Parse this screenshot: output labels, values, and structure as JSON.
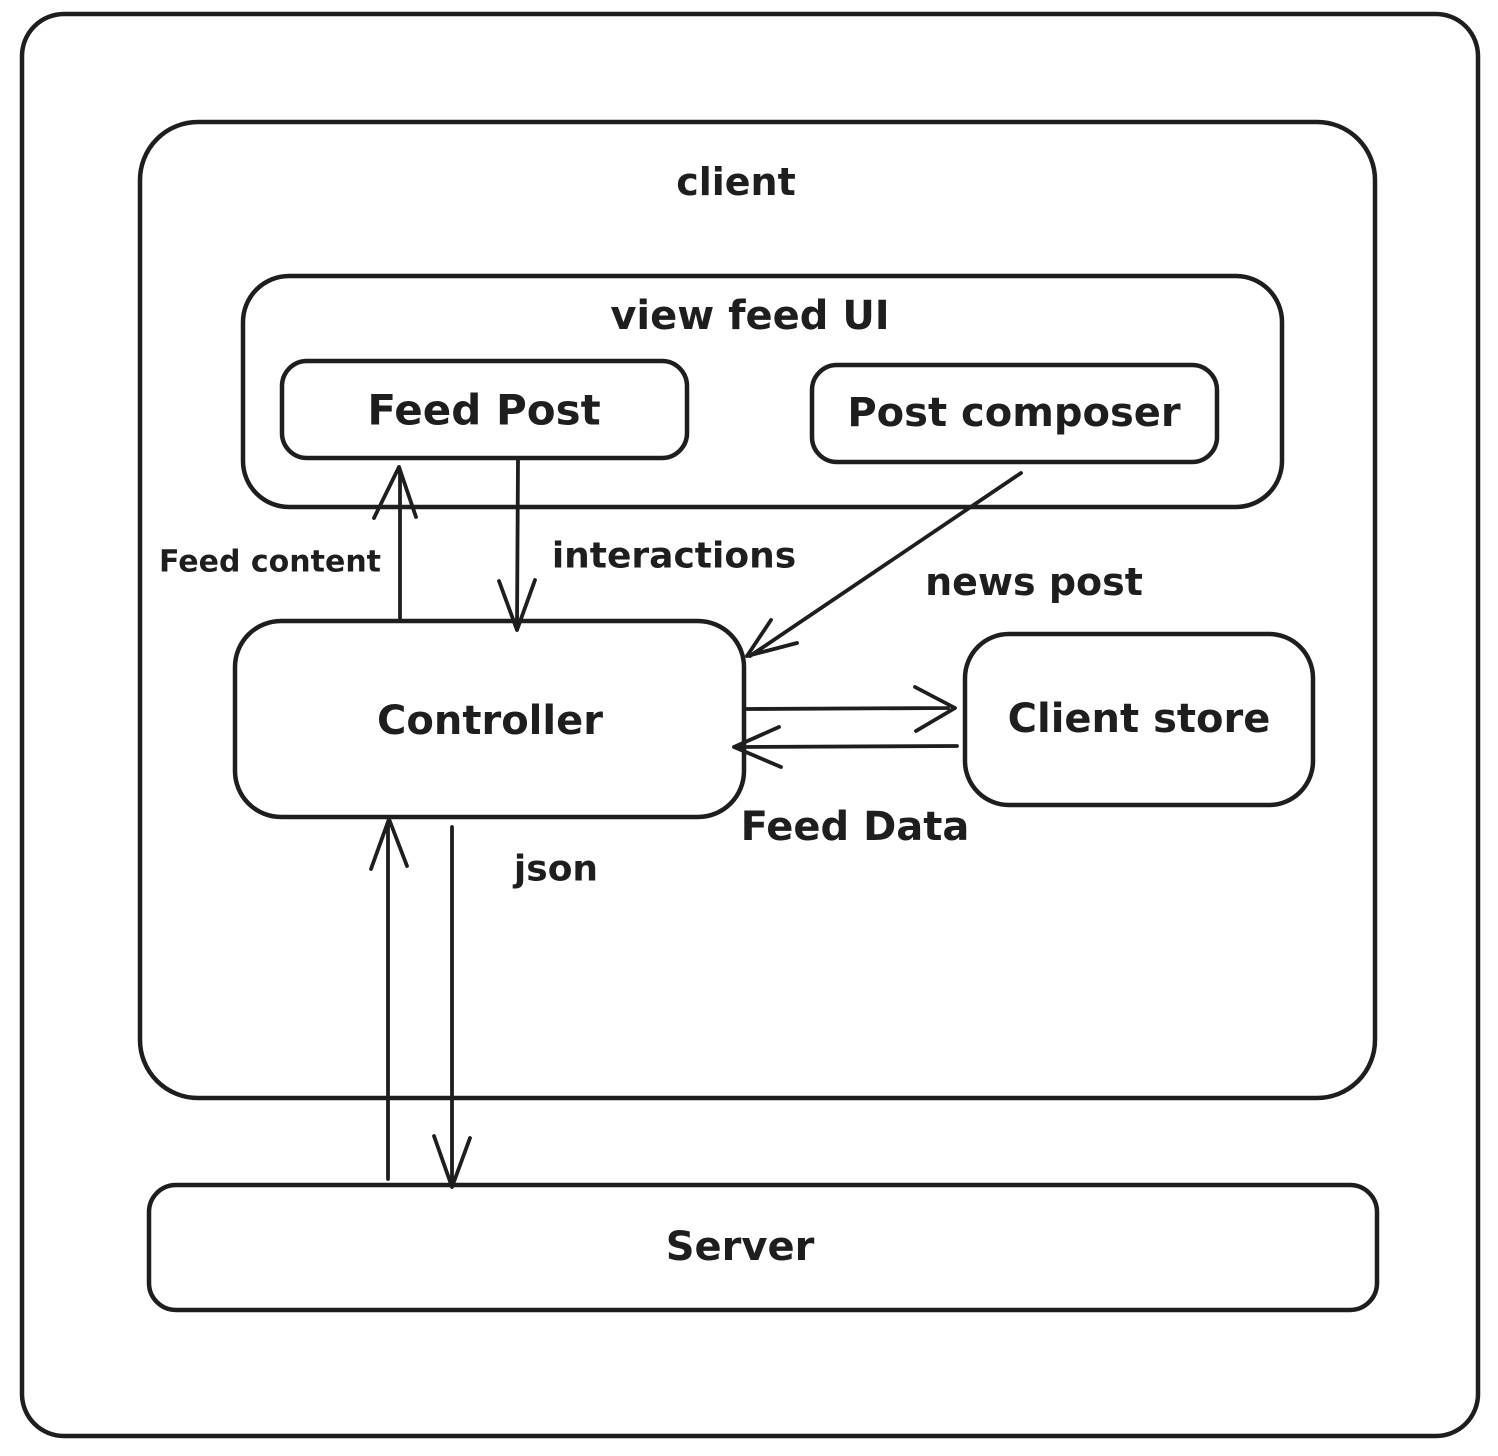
{
  "style": {
    "stroke_color": "#1e1e1e",
    "background_color": "#ffffff"
  },
  "nodes": {
    "client": {
      "label": "client"
    },
    "view_feed_ui": {
      "label": "view feed UI"
    },
    "feed_post": {
      "label": "Feed Post"
    },
    "post_composer": {
      "label": "Post composer"
    },
    "controller": {
      "label": "Controller"
    },
    "client_store": {
      "label": "Client store"
    },
    "server": {
      "label": "Server"
    }
  },
  "edge_labels": {
    "feed_content": {
      "label": "Feed content"
    },
    "interactions": {
      "label": "interactions"
    },
    "news_post": {
      "label": "news post"
    },
    "feed_data": {
      "label": "Feed Data"
    },
    "json": {
      "label": "json"
    }
  },
  "arrows": [
    {
      "id": "feed-content-arrow",
      "from": "controller",
      "to": "feed_post",
      "label": "Feed content",
      "direction": "up"
    },
    {
      "id": "interactions-arrow",
      "from": "feed_post",
      "to": "controller",
      "label": "interactions",
      "direction": "down"
    },
    {
      "id": "news-post-arrow",
      "from": "post_composer",
      "to": "controller",
      "label": "news post",
      "direction": "down-left"
    },
    {
      "id": "feed-data-out-arrow",
      "from": "controller",
      "to": "client_store",
      "label": "Feed Data",
      "direction": "right"
    },
    {
      "id": "feed-data-in-arrow",
      "from": "client_store",
      "to": "controller",
      "label": "Feed Data",
      "direction": "left"
    },
    {
      "id": "json-down-arrow",
      "from": "controller",
      "to": "server",
      "label": "json",
      "direction": "down"
    },
    {
      "id": "json-up-arrow",
      "from": "server",
      "to": "controller",
      "label": "json",
      "direction": "up"
    }
  ]
}
